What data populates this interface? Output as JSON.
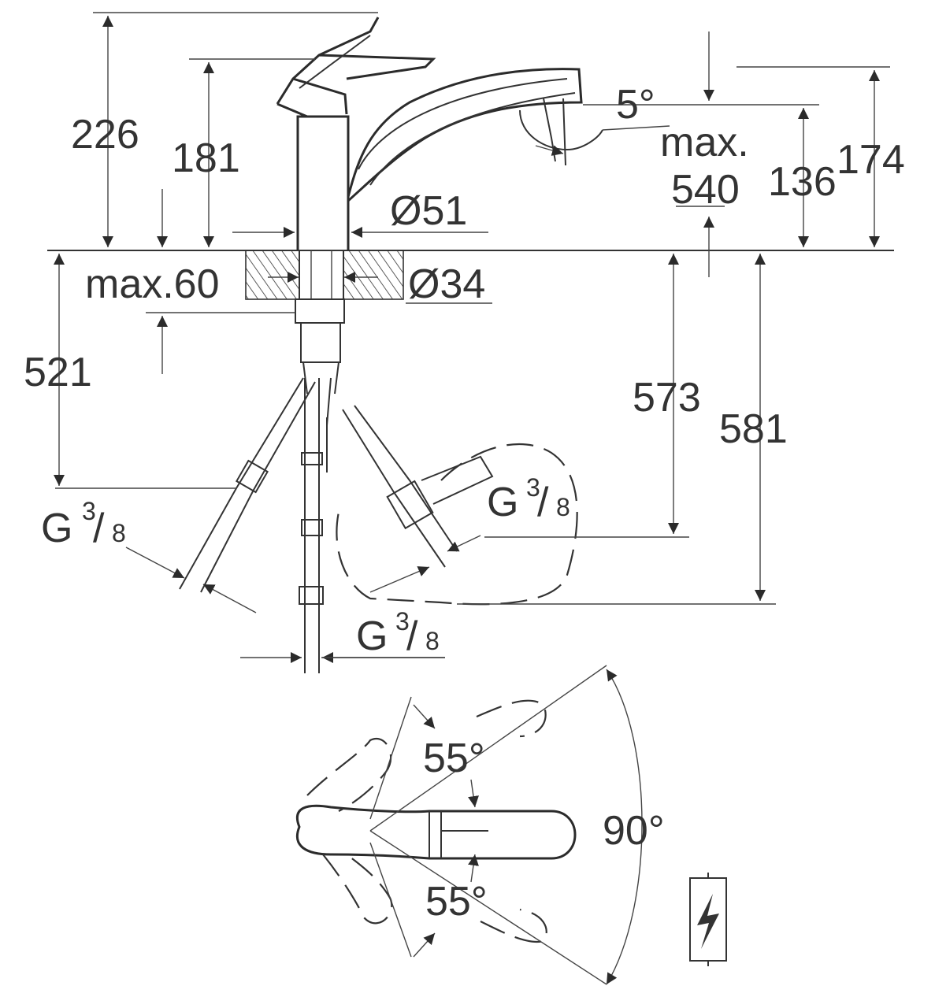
{
  "dimensions": {
    "d226": "226",
    "d181": "181",
    "d174": "174",
    "d136": "136",
    "d5deg": "5°",
    "max": "max.",
    "d540": "540",
    "d51": "Ø51",
    "max60": "max.60",
    "d34": "Ø34",
    "d521": "521",
    "d573": "573",
    "d581": "581",
    "g_main": "G",
    "g_num": "3",
    "g_slash": "/",
    "g_den": "8",
    "a55top": "55°",
    "a55bot": "55°",
    "a90": "90°"
  },
  "icons": {
    "electric": "lightning-icon"
  }
}
